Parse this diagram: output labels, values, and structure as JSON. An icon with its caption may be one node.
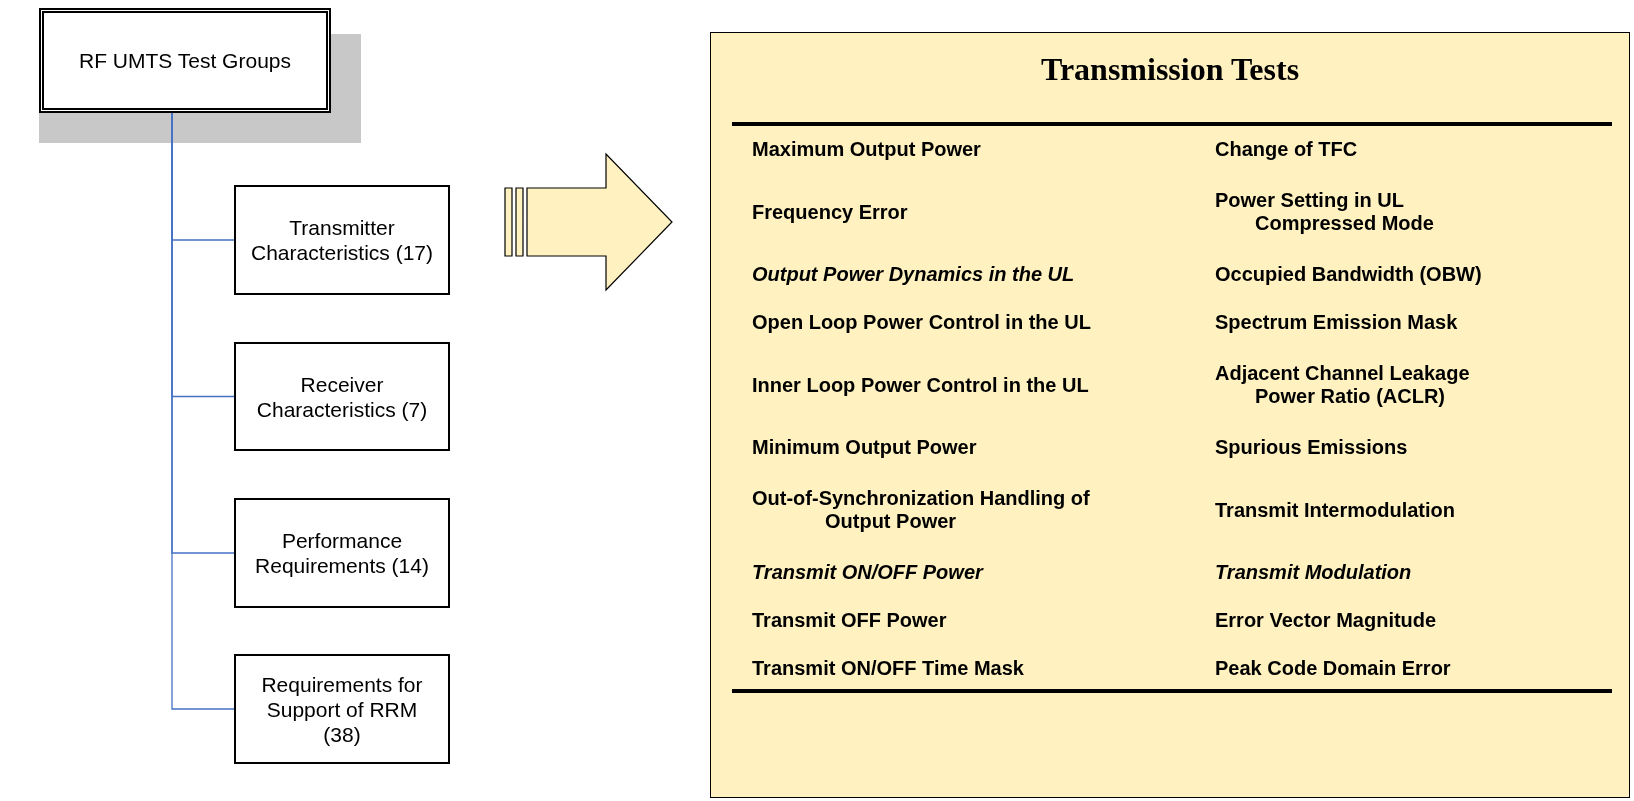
{
  "diagram": {
    "nodes": [
      {
        "text": [
          "RF UMTS Test Groups"
        ]
      },
      {
        "text": [
          "Transmitter Characteristics (17)"
        ]
      },
      {
        "text": [
          "Receiver Characteristics (7)"
        ]
      },
      {
        "text": [
          "Performance Requirements (14)"
        ]
      },
      {
        "text": [
          "Requirements for Support of RRM (38)"
        ]
      },
      {
        "text": [
          "Transmission Tests"
        ]
      }
    ],
    "edges": [
      {
        "from": 0,
        "to": 1,
        "arrow": "none",
        "color": "#4472c4"
      },
      {
        "from": 0,
        "to": 2,
        "arrow": "none",
        "color": "#4472c4"
      },
      {
        "from": 0,
        "to": 3,
        "arrow": "none",
        "color": "#4472c4"
      },
      {
        "from": 0,
        "to": 4,
        "arrow": "none",
        "color": "#4472c4"
      },
      {
        "from": 1,
        "to": 5,
        "arrow": "to",
        "style": "thick"
      }
    ],
    "labels": [
      "Maximum Output Power",
      "Change of TFC",
      "Frequency Error",
      "Power Setting in UL Compressed Mode",
      "Output Power Dynamics in the UL",
      "Occupied Bandwidth (OBW)",
      "Open Loop Power Control in the UL",
      "Spectrum Emission Mask",
      "Inner Loop Power Control in the UL",
      "Adjacent Channel Leakage Power Ratio (ACLR)",
      "Minimum Output Power",
      "Spurious Emissions",
      "Out-of-Synchronization Handling of Output Power",
      "Transmit Intermodulation",
      "Transmit ON/OFF Power",
      "Transmit Modulation",
      "Transmit OFF Power",
      "Error Vector Magnitude",
      "Transmit ON/OFF Time Mask",
      "Peak Code Domain Error"
    ]
  }
}
